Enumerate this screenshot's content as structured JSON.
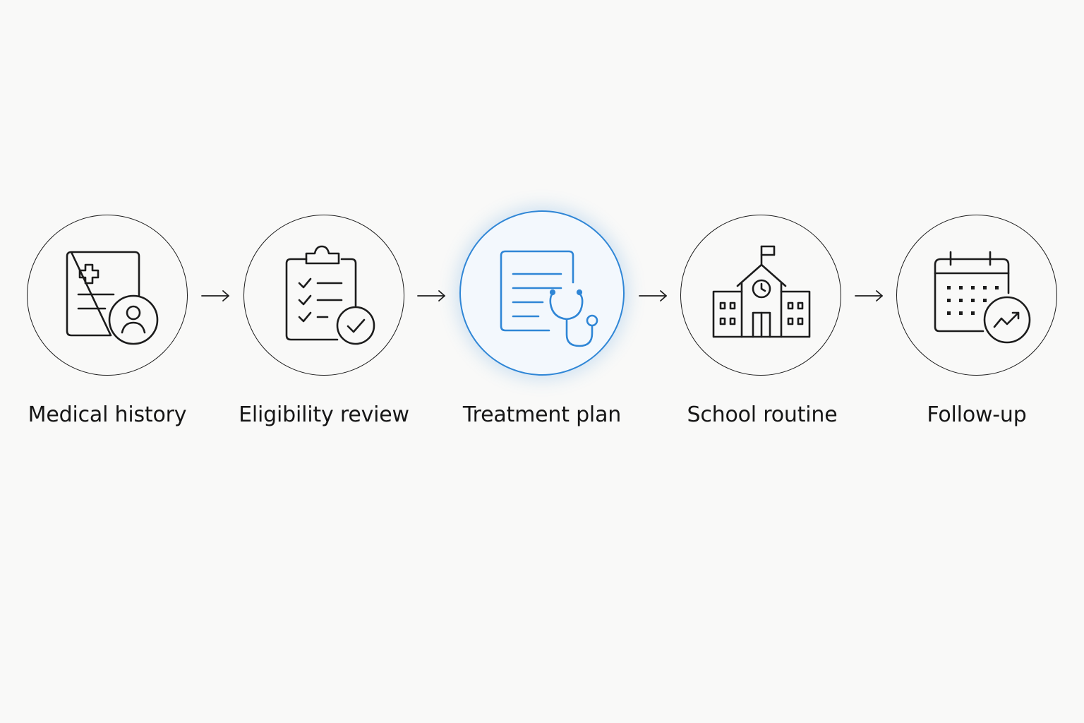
{
  "flow": {
    "steps": [
      {
        "label": "Medical history",
        "icon": "patient-record-icon",
        "active": false
      },
      {
        "label": "Eligibility review",
        "icon": "clipboard-check-icon",
        "active": false
      },
      {
        "label": "Treatment plan",
        "icon": "stethoscope-document-icon",
        "active": true
      },
      {
        "label": "School routine",
        "icon": "school-building-icon",
        "active": false
      },
      {
        "label": "Follow-up",
        "icon": "calendar-trend-icon",
        "active": false
      }
    ]
  },
  "colors": {
    "stroke": "#1c1c1c",
    "accent": "#2f86d6",
    "background": "#f9f9f8"
  }
}
